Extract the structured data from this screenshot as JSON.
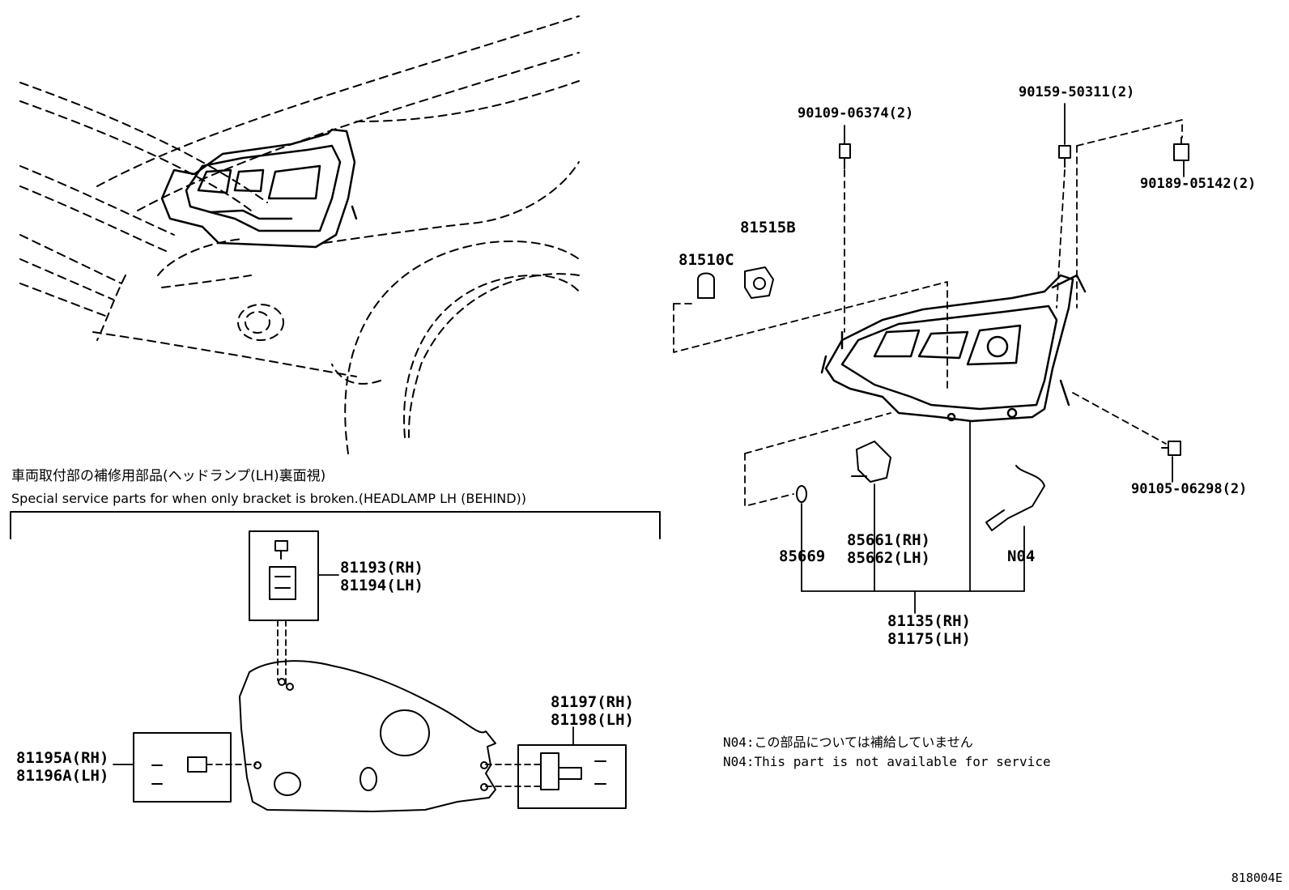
{
  "labels": {
    "p90109": "90109-06374(2)",
    "p90159": "90159-50311(2)",
    "p90189": "90189-05142(2)",
    "p81515": "81515B",
    "p81510": "81510C",
    "p90105": "90105-06298(2)",
    "p85669": "85669",
    "p85661": "85661(RH)",
    "p85662": "85662(LH)",
    "pN04": "N04",
    "p81135": "81135(RH)",
    "p81175": "81175(LH)",
    "p81193": "81193(RH)",
    "p81194": "81194(LH)",
    "p81197": "81197(RH)",
    "p81198": "81198(LH)",
    "p81195": "81195A(RH)",
    "p81196": "81196A(LH)"
  },
  "section": {
    "title_jp": "車両取付部の補修用部品(ヘッドランプ(LH)裏面視)",
    "title_en": "Special service parts for when only bracket is broken.(HEADLAMP LH (BEHIND))"
  },
  "notes": {
    "jp": "N04:この部品については補給していません",
    "en": "N04:This part is not available for service"
  },
  "illustration_number": "818004E"
}
